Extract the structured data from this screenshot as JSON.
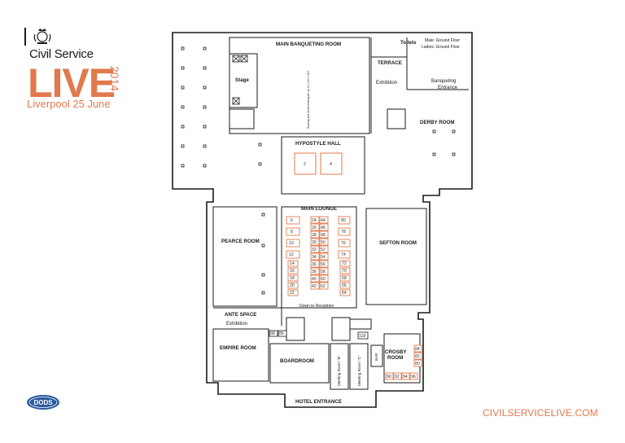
{
  "brand": {
    "org_name": "Civil Service",
    "event_word": "LIVE",
    "year": "2014",
    "event_line": "Liverpool 25 June",
    "website": "CIVILSERVICELIVE.COM",
    "dods_logo_text": "DODS"
  },
  "colors": {
    "accent": "#e07a4d",
    "wall": "#1a1a1a",
    "stand": "#e07a4d",
    "logo_blue": "#2b5a9c"
  },
  "rooms": {
    "main_banqueting": "MAIN BANQUETING ROOM",
    "stage": "Stage",
    "seating_note": "Seating and tiered seating for up to 1,000 x 600",
    "toilets": "Toilets",
    "toilets_male": "Male: Ground Floor",
    "toilets_ladies": "Ladies: Ground Floor",
    "terrace": "TERRACE",
    "terrace_exhibition": "Exhibition",
    "banqueting_entrance_1": "Banqueting",
    "banqueting_entrance_2": "Entrance",
    "derby": "DERBY ROOM",
    "hypostyle": "HYPOSTYLE HALL",
    "main_lounge": "MAIN LOUNGE",
    "pearce": "PEARCE ROOM",
    "sefton": "SEFTON ROOM",
    "down_to_reception": "Down to Reception",
    "ante_space": "ANTE SPACE",
    "ante_exhibition": "Exhibition",
    "empire": "EMPIRE ROOM",
    "boardroom": "BOARDROOM",
    "meeting_room_b": "Meeting Room \"B\"",
    "meeting_room_c": "Meeting Room \"C\"",
    "crosby_1": "CROSBY",
    "crosby_2": "ROOM",
    "bar": "BAR",
    "hotel_entrance": "HOTEL ENTRANCE"
  },
  "stands": {
    "hypostyle": [
      "2",
      "4"
    ],
    "lounge_left": [
      "6",
      "8",
      "10",
      "12",
      "14",
      "16",
      "18",
      "20",
      "22"
    ],
    "lounge_mid_a": [
      "24",
      "26",
      "28",
      "30",
      "32",
      "34",
      "36",
      "38",
      "40",
      "42"
    ],
    "lounge_mid_b": [
      "44",
      "46",
      "48",
      "50",
      "52",
      "54",
      "56",
      "58",
      "60",
      "62"
    ],
    "lounge_right": [
      "80",
      "78",
      "76",
      "74",
      "72",
      "70",
      "68",
      "66",
      "64"
    ],
    "ante_small": [
      "88",
      "86"
    ],
    "lift_lobby": "118",
    "crosby_side": [
      "84",
      "82",
      "80"
    ],
    "crosby_bottom": [
      "90",
      "92",
      "94",
      "96"
    ]
  }
}
